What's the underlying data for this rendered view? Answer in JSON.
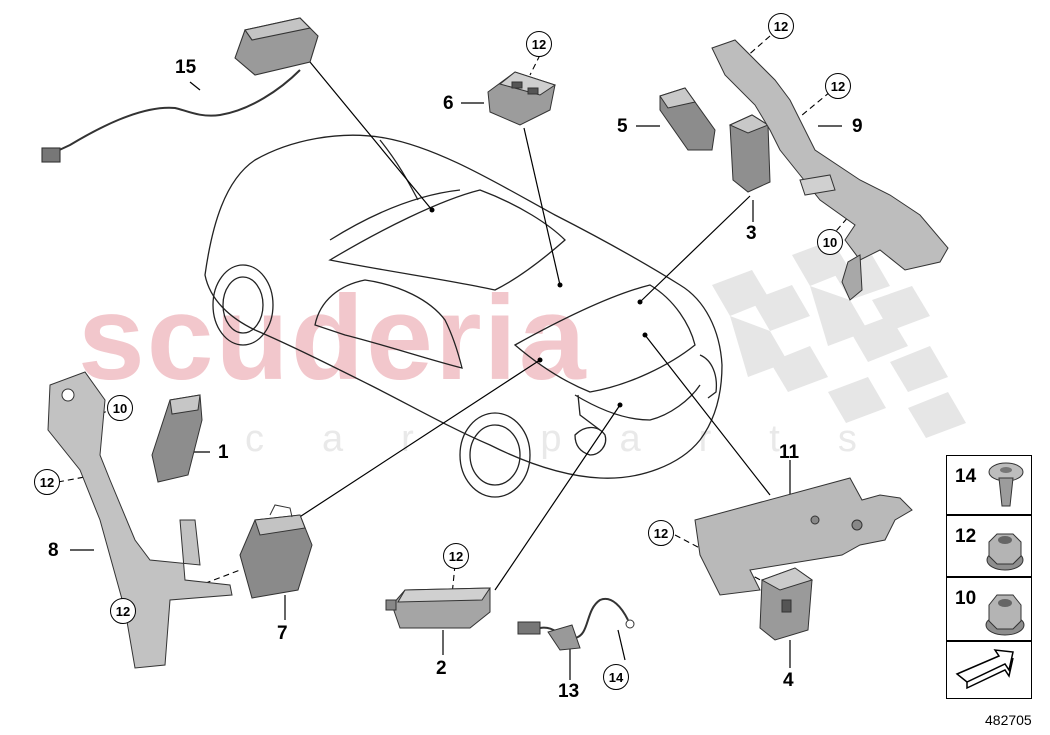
{
  "diagram": {
    "watermark": {
      "brand": "scuderia",
      "sub": "car parts"
    },
    "callouts": {
      "c15": "15",
      "c6": "6",
      "c5": "5",
      "c9": "9",
      "c3": "3",
      "c1": "1",
      "c8": "8",
      "c7": "7",
      "c2": "2",
      "c13": "13",
      "c11": "11",
      "c4": "4"
    },
    "circled": {
      "c12_top": "12",
      "c12_a": "12",
      "c12_b": "12",
      "c10_a": "10",
      "c10_b": "10",
      "c12_left": "12",
      "c12_left2": "12",
      "c12_mid": "12",
      "c14_mid": "14",
      "c12_right": "12"
    },
    "legend": [
      {
        "num": "14",
        "part": "screw-icon"
      },
      {
        "num": "12",
        "part": "nut-icon"
      },
      {
        "num": "10",
        "part": "nut-icon"
      }
    ],
    "image_number": "482705"
  }
}
